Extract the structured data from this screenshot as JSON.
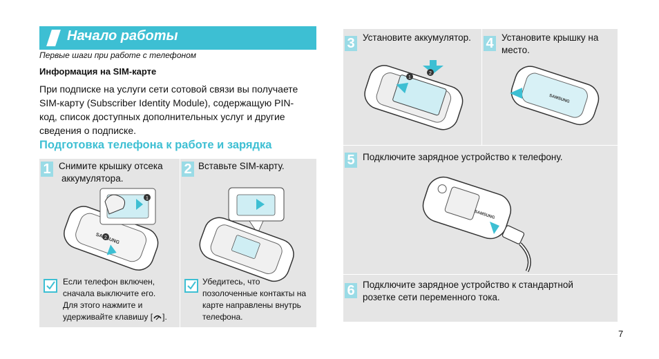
{
  "header": {
    "title": "Начало работы",
    "subtitle": "Первые шаги при работе с телефоном"
  },
  "sim_info": {
    "heading": "Информация на SIM-карте",
    "lines": [
      "При подписке на услуги сети сотовой связи вы получаете",
      "SIM-карту (Subscriber Identity Module), содержащую PIN-",
      "код, список доступных дополнительных услуг и другие",
      "сведения о подписке."
    ]
  },
  "section": {
    "title": "Подготовка телефона к работе и зарядка"
  },
  "steps": [
    {
      "num": "1",
      "lines": [
        "Снимите крышку отсека",
        "аккумулятора."
      ]
    },
    {
      "num": "2",
      "lines": [
        "Вставьте SIM-карту."
      ]
    },
    {
      "num": "3",
      "lines": [
        "Установите аккумулятор."
      ]
    },
    {
      "num": "4",
      "lines": [
        "Установите крышку на",
        "место."
      ]
    },
    {
      "num": "5",
      "lines": [
        "Подключите зарядное устройство к телефону."
      ]
    },
    {
      "num": "6",
      "lines": [
        "Подключите зарядное устройство к стандартной",
        "розетке сети переменного тока."
      ]
    }
  ],
  "notes": {
    "note1": {
      "lines": [
        "Если телефон включен,",
        "сначала выключите его.",
        "Для этого нажмите и"
      ],
      "last_prefix": "удерживайте клавишу [",
      "last_suffix": "]."
    },
    "note2": {
      "lines": [
        "Убедитесь, что",
        "позолоченные контакты на",
        "карте направлены внутрь",
        "телефона."
      ]
    }
  },
  "labels": {
    "brand": "SAMSUNG",
    "marker1": "1",
    "marker2": "2"
  },
  "page_number": "7",
  "colors": {
    "accent": "#3dbfd3",
    "step_number": "#9adbe6",
    "panel": "#e5e5e5"
  },
  "icons": {
    "check": "check-icon",
    "end_key": "end-call-key-icon"
  }
}
